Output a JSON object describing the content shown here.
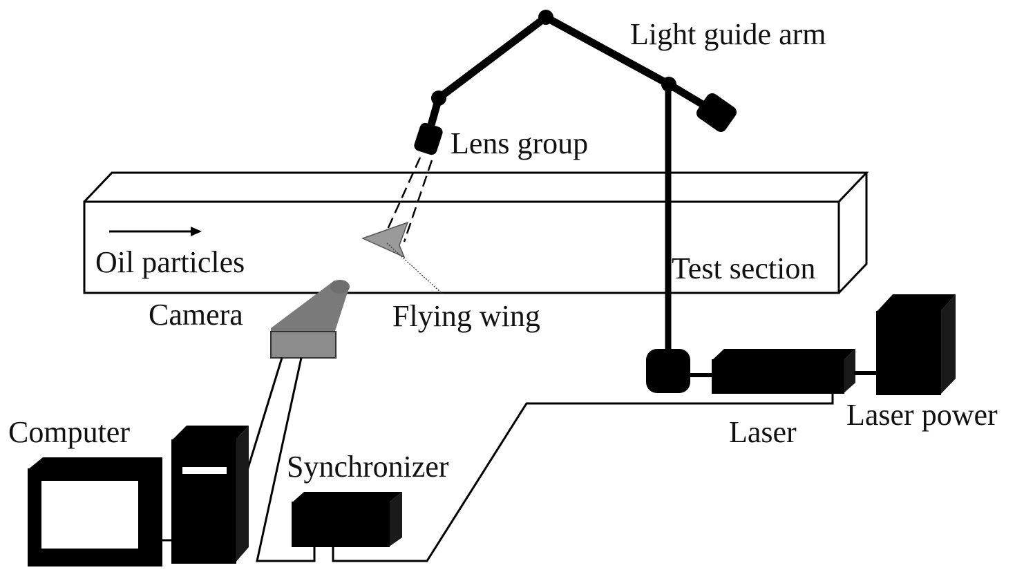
{
  "diagram": {
    "labels": {
      "light_guide_arm": "Light guide arm",
      "lens_group": "Lens group",
      "oil_particles": "Oil particles",
      "test_section": "Test section",
      "camera": "Camera",
      "flying_wing": "Flying wing",
      "computer": "Computer",
      "synchronizer": "Synchronizer",
      "laser": "Laser",
      "laser_power": "Laser power"
    },
    "colors": {
      "ink": "#000000",
      "camera_gray": "#8c8c8c",
      "wing_gray": "#9a9a9a",
      "background": "#ffffff"
    }
  }
}
